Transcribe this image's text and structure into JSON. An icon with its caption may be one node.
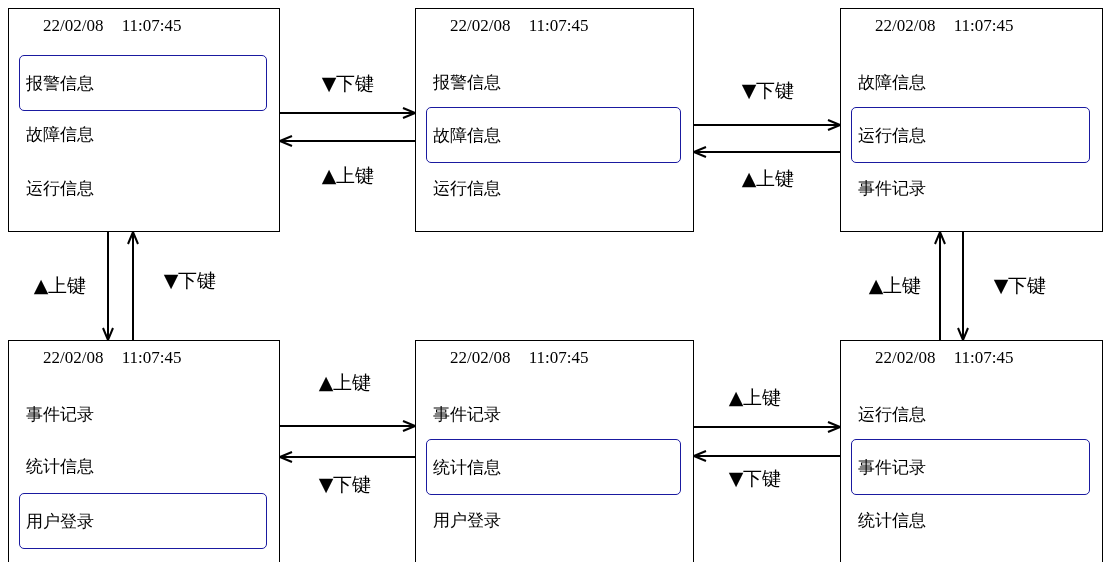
{
  "diagram": {
    "nodes": [
      {
        "text": [
          "22/02/08 11:07:45",
          "故障信息",
          "运行信息"
        ]
      },
      {
        "text": [
          "报警信息"
        ],
        "in": 0
      },
      {
        "text": [
          "22/02/08 11:07:45",
          "报警信息",
          "运行信息"
        ]
      },
      {
        "text": [
          "故障信息"
        ],
        "in": 2
      },
      {
        "text": [
          "22/02/08 11:07:45",
          "故障信息",
          "事件记录"
        ]
      },
      {
        "text": [
          "运行信息"
        ],
        "in": 4
      },
      {
        "text": [
          "22/02/08 11:07:45",
          "事件记录",
          "统计信息"
        ]
      },
      {
        "text": [
          "用户登录"
        ],
        "in": 6
      },
      {
        "text": [
          "22/02/08 11:07:45",
          "事件记录",
          "用户登录"
        ]
      },
      {
        "text": [
          "统计信息"
        ],
        "in": 8
      },
      {
        "text": [
          "22/02/08 11:07:45",
          "运行信息",
          "统计信息"
        ]
      },
      {
        "text": [
          "事件记录"
        ],
        "in": 10
      }
    ],
    "edges": [
      {
        "from": 0,
        "to": 2,
        "arrow": "to",
        "label": "▼下键"
      },
      {
        "from": 2,
        "to": 0,
        "arrow": "to",
        "label": "▲上键"
      },
      {
        "from": 2,
        "to": 4,
        "arrow": "to",
        "label": "▼下键"
      },
      {
        "from": 4,
        "to": 2,
        "arrow": "to",
        "label": "▲上键"
      },
      {
        "from": 0,
        "to": 6,
        "arrow": "to",
        "label": "▲上键"
      },
      {
        "from": 6,
        "to": 0,
        "arrow": "to",
        "label": "▼下键"
      },
      {
        "from": 6,
        "to": 8,
        "arrow": "to",
        "label": "▲上键"
      },
      {
        "from": 8,
        "to": 6,
        "arrow": "to",
        "label": "▼下键"
      },
      {
        "from": 8,
        "to": 10,
        "arrow": "to",
        "label": "▲上键"
      },
      {
        "from": 10,
        "to": 8,
        "arrow": "to",
        "label": "▼下键"
      },
      {
        "from": 10,
        "to": 4,
        "arrow": "to",
        "label": "▲上键"
      },
      {
        "from": 4,
        "to": 10,
        "arrow": "to",
        "label": "▼下键"
      }
    ]
  }
}
